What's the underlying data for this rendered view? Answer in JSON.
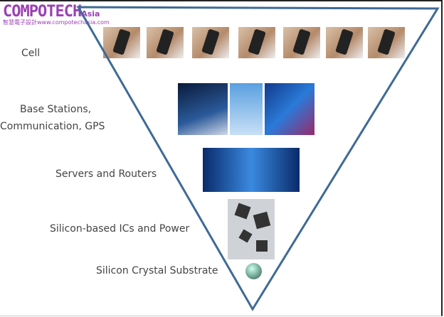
{
  "logo": {
    "brand": "COMPOTECH",
    "suffix": "Asia",
    "tagline": "智慧電子設計www.compotechasia.com"
  },
  "levels": [
    {
      "label": "Cell"
    },
    {
      "label": "Base Stations,",
      "label2": "Communication, GPS"
    },
    {
      "label": "Servers and Routers"
    },
    {
      "label": "Silicon-based ICs and Power"
    },
    {
      "label": "Silicon Crystal Substrate"
    }
  ],
  "colors": {
    "triangle": "#3e6a96",
    "logo": "#9b3fb5"
  }
}
